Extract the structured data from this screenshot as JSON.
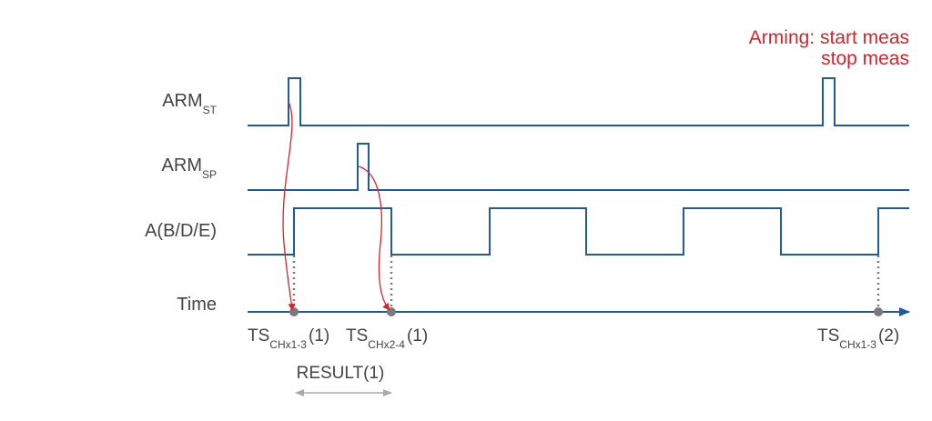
{
  "colors": {
    "signal": "#1f5c99",
    "arming": "#d8232a",
    "marker": "#7a7a7a",
    "text": "#444444",
    "measure_arrow": "#aaaaaa"
  },
  "legend": {
    "line1": "Arming: start meas",
    "line2": "stop meas"
  },
  "signals": {
    "arm_st": {
      "main": "ARM",
      "sub": "ST"
    },
    "arm_sp": {
      "main": "ARM",
      "sub": "SP"
    },
    "a": {
      "main": "A(B/D/E)"
    },
    "time": {
      "main": "Time"
    }
  },
  "timestamps": [
    {
      "main": "TS",
      "sub": "CHx1-3",
      "suffix": "(1)"
    },
    {
      "main": "TS",
      "sub": "CHx2-4",
      "suffix": "(1)"
    },
    {
      "main": "TS",
      "sub": "CHx1-3",
      "suffix": "(2)"
    }
  ],
  "result_label": "RESULT(1)"
}
